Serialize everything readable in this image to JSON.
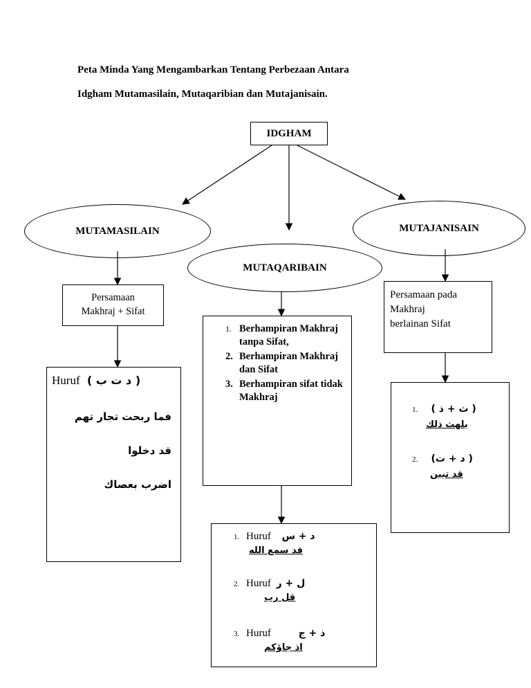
{
  "title": {
    "line1": "Peta Minda Yang Mengambarkan Tentang Perbezaan Antara",
    "line2": "Idgham Mutamasilain, Mutaqaribian dan Mutajanisain."
  },
  "root": "IDGHAM",
  "left": {
    "heading": "MUTAMASILAIN",
    "desc_line1": "Persamaan",
    "desc_line2": "Makhraj + Sifat",
    "huruf_label": "Huruf",
    "huruf_letters": "( د  ت  ب )",
    "examples": [
      "فما ربحت تجار تهم",
      "قد دخلوا",
      "اضرب بعصاك"
    ]
  },
  "middle": {
    "heading": "MUTAQARIBAIN",
    "list": [
      {
        "num": "1.",
        "text": "Berhampiran Makhraj tanpa Sifat,"
      },
      {
        "num": "2.",
        "text": "Berhampiran Makhraj dan Sifat"
      },
      {
        "num": "3.",
        "text": "Berhampiran sifat tidak Makhraj"
      }
    ],
    "huruf": [
      {
        "num": "1.",
        "label": "Huruf",
        "pair": "د + س",
        "example": "قد سمع الله"
      },
      {
        "num": "2.",
        "label": "Huruf",
        "pair": "ل + ر",
        "example": "قل رب"
      },
      {
        "num": "3.",
        "label": "Huruf",
        "pair": "ذ + ج",
        "example": "اذ جاؤكم"
      }
    ]
  },
  "right": {
    "heading": "MUTAJANISAIN",
    "desc_line1": "Persamaan pada",
    "desc_line2": "Makhraj",
    "desc_line3": "berlainan Sifat",
    "huruf": [
      {
        "num": "1.",
        "pair": "( ث + ذ )",
        "example": "يلهث ذلك"
      },
      {
        "num": "2.",
        "pair": "(د + ت )",
        "example": "قد تبين"
      }
    ]
  }
}
